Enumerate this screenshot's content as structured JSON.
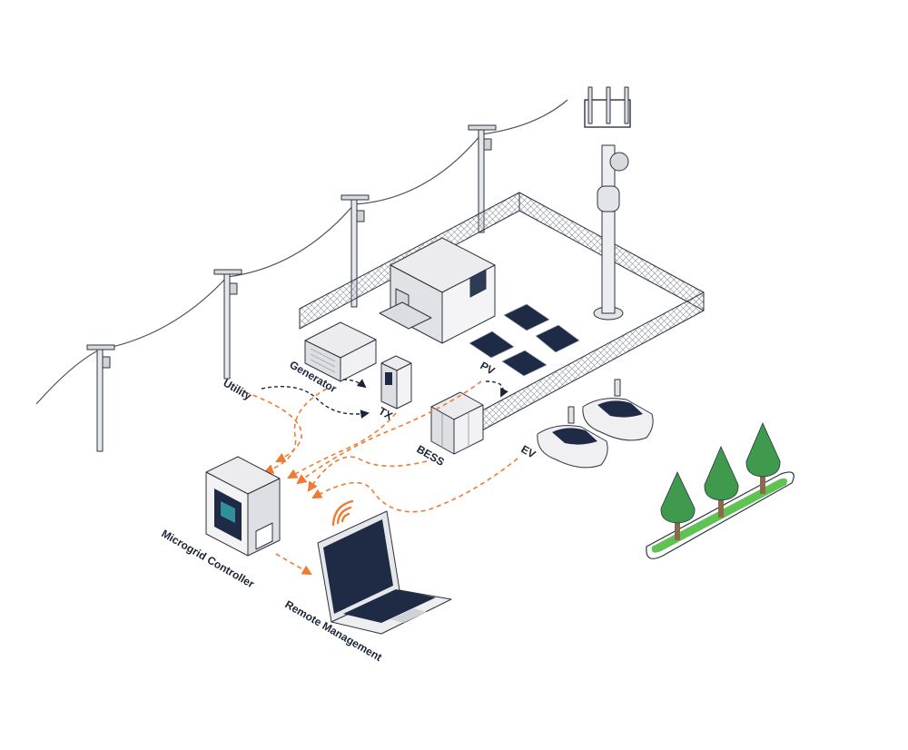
{
  "labels": {
    "utility": "Utility",
    "generator": "Generator",
    "tx": "TX",
    "pv": "PV",
    "bess": "BESS",
    "ev": "EV",
    "controller": "Microgrid Controller",
    "remote": "Remote Management"
  },
  "colors": {
    "flow_accent": "#ee7b32",
    "flow_dark": "#1c2536",
    "screen": "#1f2a44",
    "panel": "#1e2a46",
    "tree": "#3f9a4e",
    "grass": "#5fc252",
    "ground": "#ffffff"
  },
  "icons": [
    "utility-pole-icon",
    "generator-icon",
    "transformer-icon",
    "solar-panel-icon",
    "battery-storage-icon",
    "ev-car-icon",
    "ev-charger-icon",
    "cell-tower-icon",
    "building-icon",
    "controller-cabinet-icon",
    "laptop-icon",
    "wifi-signal-icon",
    "tree-icon"
  ]
}
